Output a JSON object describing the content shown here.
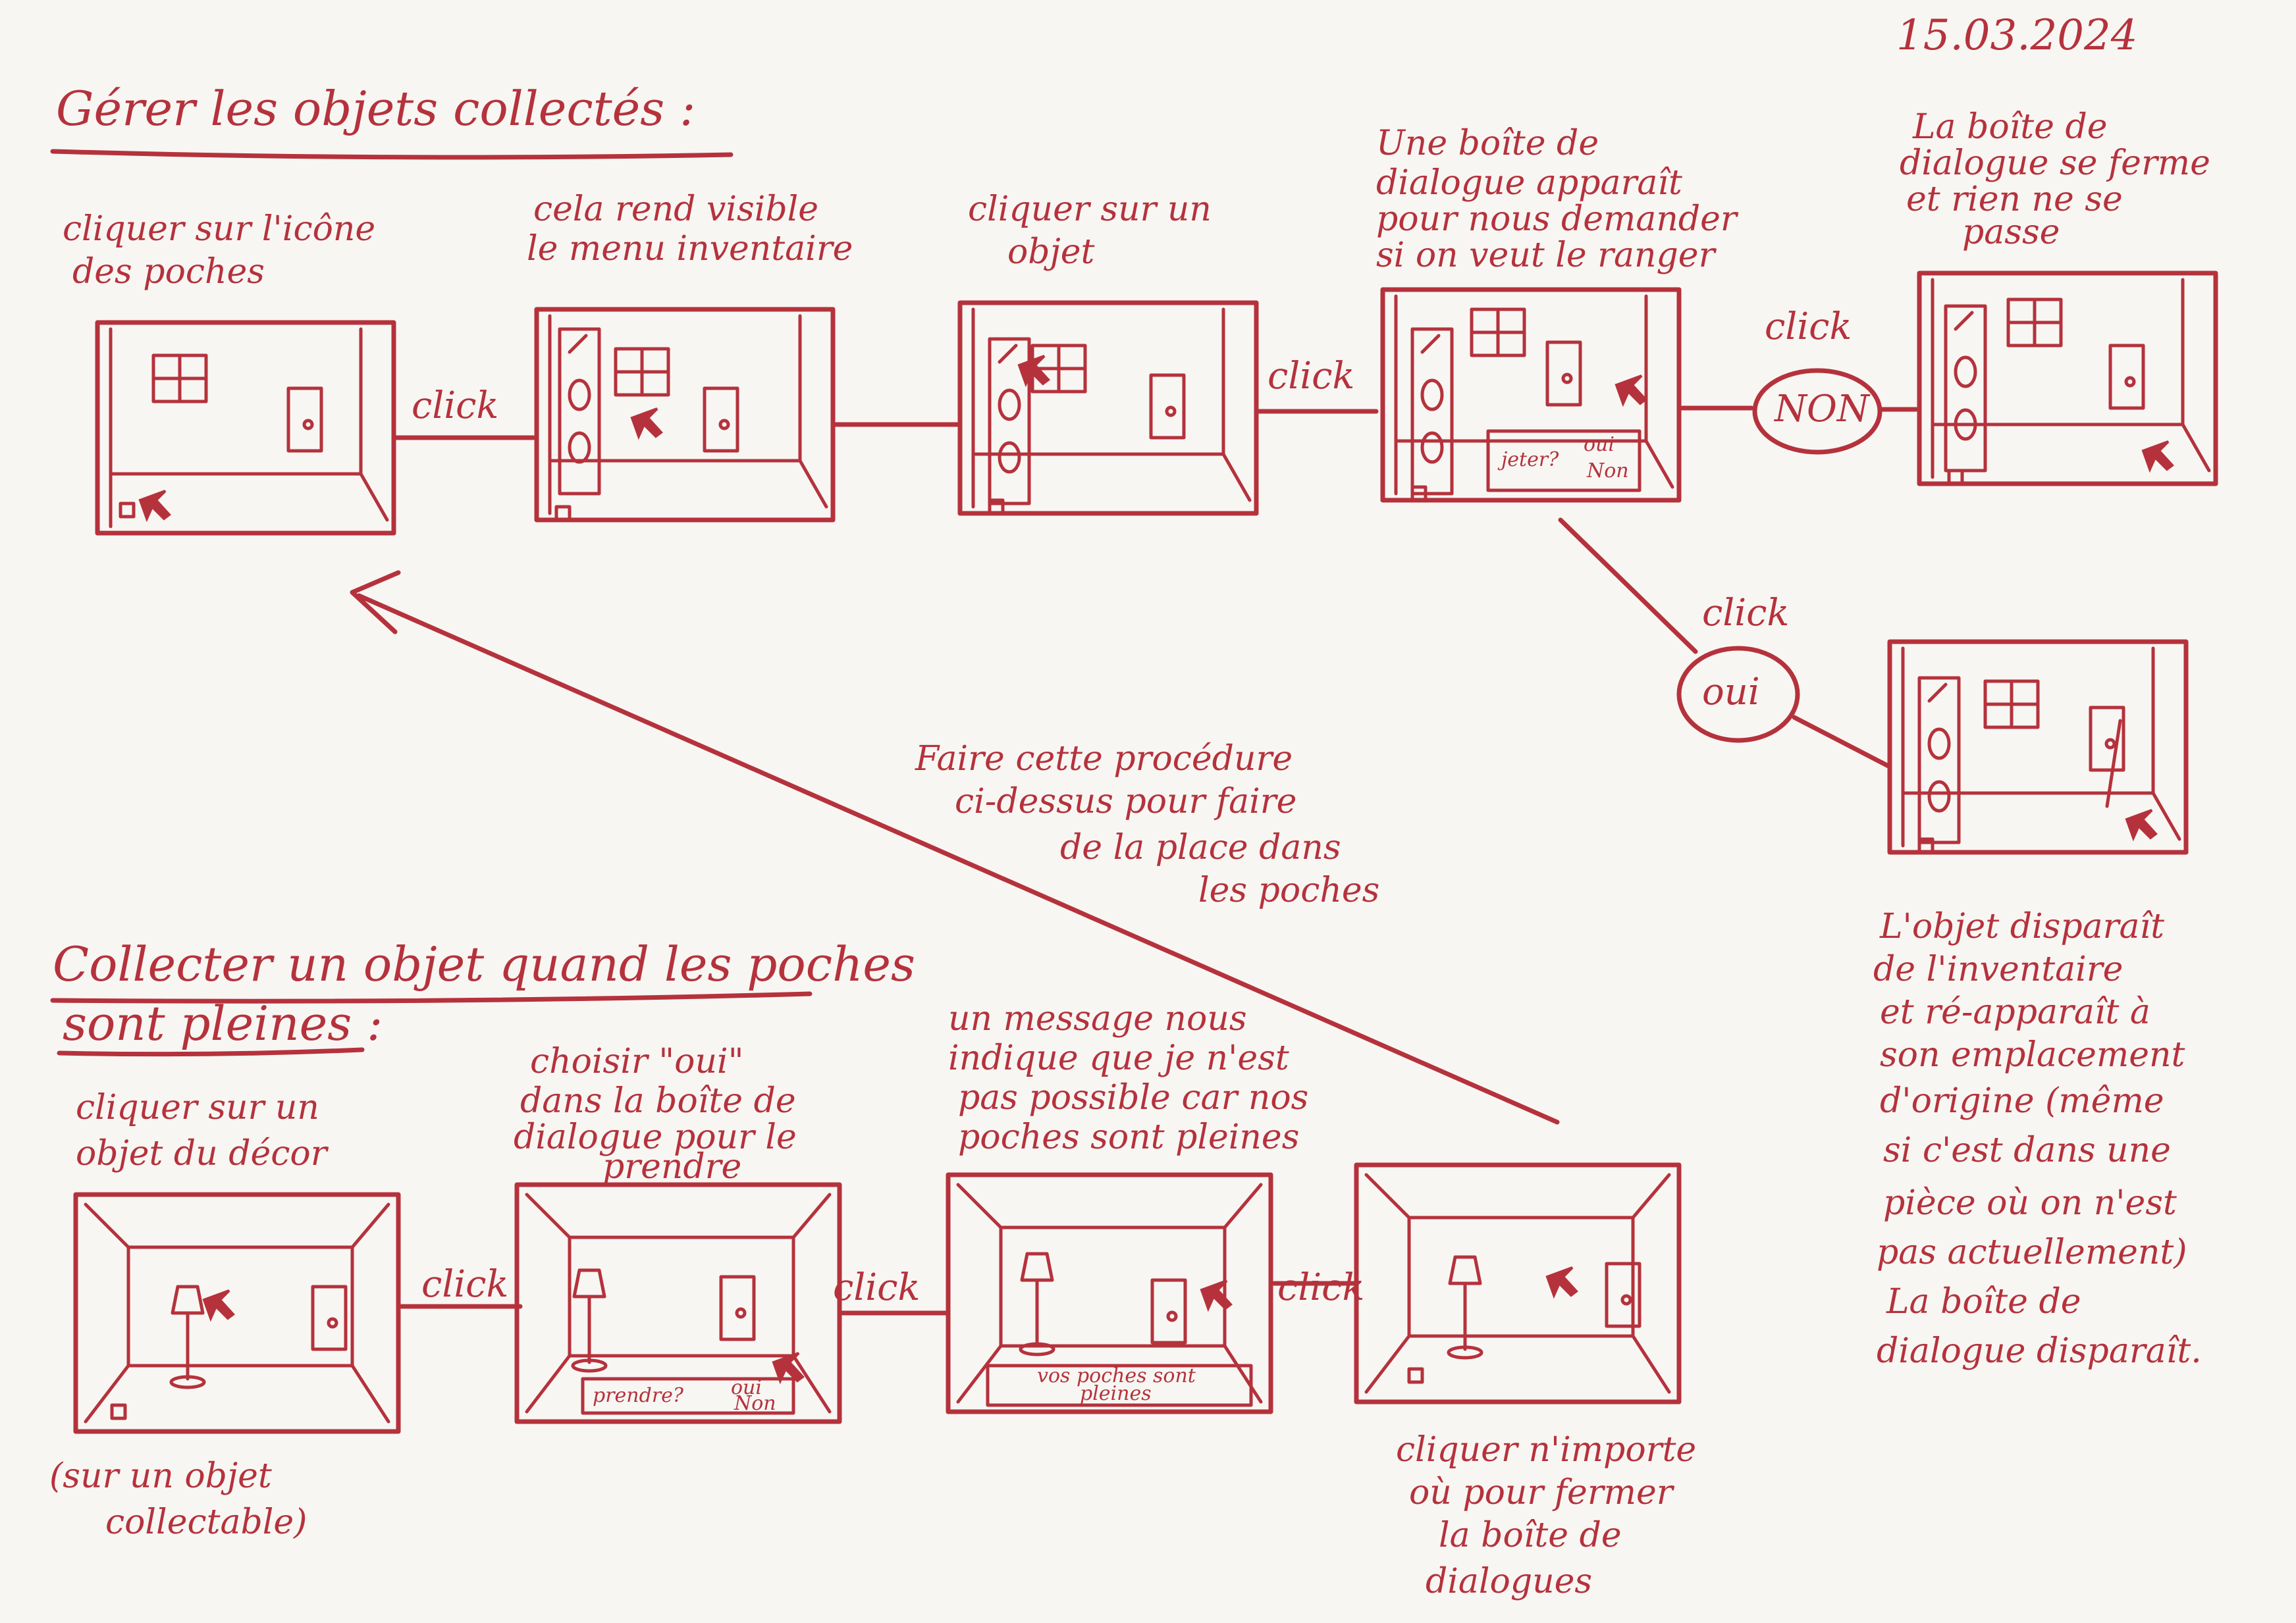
{
  "date": "15.03.2024",
  "section1": {
    "title": "Gérer les objets collectés :",
    "step1": [
      "cliquer sur l'icône",
      "des poches"
    ],
    "step2": [
      "cela rend visible",
      "le menu inventaire"
    ],
    "step3": [
      "cliquer sur un",
      "objet"
    ],
    "step4": [
      "Une boîte de",
      "dialogue apparaît",
      "pour nous demander",
      "si on veut le ranger"
    ],
    "step5": [
      "La boîte de",
      "dialogue se ferme",
      "et rien ne se",
      "passe"
    ],
    "dialog": {
      "question": "jeter?",
      "yes": "oui",
      "no": "Non"
    },
    "link_click": "click",
    "choice_no": "NON",
    "choice_yes": "oui",
    "result_yes": [
      "L'objet disparaît",
      "de l'inventaire",
      "et ré-apparaît à",
      "son emplacement",
      "d'origine (même",
      "si c'est dans une",
      "pièce où on n'est",
      "pas actuellement)",
      "La boîte de",
      "dialogue disparaît."
    ]
  },
  "middle_note": [
    "Faire cette procédure",
    "ci-dessus pour faire",
    "de la place dans",
    "les poches"
  ],
  "section2": {
    "title": [
      "Collecter un objet quand les poches",
      "sont pleines :"
    ],
    "step1": [
      "cliquer sur un",
      "objet du décor"
    ],
    "step1_sub": [
      "(sur un objet",
      "collectable)"
    ],
    "step2": [
      "choisir \"oui\"",
      "dans la boîte de",
      "dialogue pour le",
      "prendre"
    ],
    "step3": [
      "un message nous",
      "indique que je n'est",
      "pas possible car nos",
      "poches sont pleines"
    ],
    "step4": [
      "cliquer n'importe",
      "où pour fermer",
      "la boîte de",
      "dialogues"
    ],
    "dialog_take": {
      "question": "prendre?",
      "yes": "oui",
      "no": "Non"
    },
    "message": [
      "vos poches sont",
      "pleines"
    ],
    "link_click": "click"
  }
}
